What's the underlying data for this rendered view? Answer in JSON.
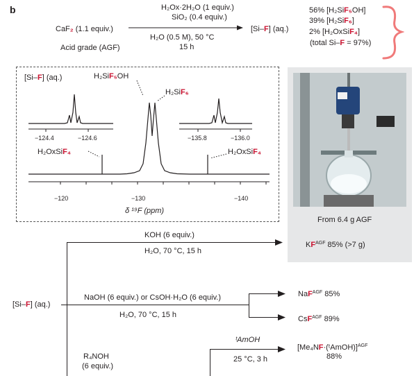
{
  "panel_label": "b",
  "reaction": {
    "reagent_top1": "H₂Ox·2H₂O (1 equiv.)",
    "reagent_top2": "SiO₂ (0.4 equiv.)",
    "reagent_bottom1": "H₂O (0.5 M), 50 °C",
    "reagent_bottom2": "15 h",
    "start_pre": "CaF",
    "start_red": "₂",
    "start_post": " (1.1 equiv.)",
    "start_note": "Acid grade (AGF)",
    "product": "[Si–",
    "product_red": "F",
    "product_post": "] (aq.)"
  },
  "composition": {
    "line1_pct": "56%",
    "line1_pre": " [H₂Si",
    "line1_red": "F₅",
    "line1_post": "OH]",
    "line2_pct": "39%",
    "line2_pre": " [H₂Si",
    "line2_red": "F₆",
    "line2_post": "]",
    "line3_pct": "2%",
    "line3_pre": "   [H₂OxSi",
    "line3_red": "F₄",
    "line3_post": "]",
    "line4_pre": "(total Si–",
    "line4_red": "F",
    "line4_post": " = 97%)"
  },
  "nmr": {
    "label_sif": "[Si–",
    "label_sif_red": "F",
    "label_sif_post": "] (aq.)",
    "label_h2sif5oh_pre": "H₂Si",
    "label_h2sif5oh_red": "F₅",
    "label_h2sif5oh_post": "OH",
    "label_h2sif6_pre": "H₂Si",
    "label_h2sif6_red": "F₆",
    "label_ox_left_pre": "H₂OxSi",
    "label_ox_left_red": "F₄",
    "label_ox_right_pre": "H₂OxSi",
    "label_ox_right_red": "F₄",
    "inset_left_ticks": [
      "−124.4",
      "−124.6"
    ],
    "inset_right_ticks": [
      "−135.8",
      "−136.0"
    ],
    "axis_ticks": [
      "−120",
      "−130",
      "−140"
    ],
    "axis_label": "δ ¹⁹F (ppm)"
  },
  "photo_caption": "From 6.4 g AGF",
  "koh": {
    "above": "KOH (6 equiv.)",
    "below": "H₂O, 70 °C, 15 h",
    "product_pre": "K",
    "product_red": "F",
    "product_sup": "AGF",
    "product_post": " 85% (>7 g)"
  },
  "start_left": {
    "pre": "[Si–",
    "red": "F",
    "post": "] (aq.)"
  },
  "naoh": {
    "above": "NaOH (6 equiv.) or CsOH·H₂O (6 equiv.)",
    "below": "H₂O, 70 °C, 15 h",
    "na_pre": "Na",
    "na_red": "F",
    "na_sup": "AGF",
    "na_post": " 85%",
    "cs_pre": "Cs",
    "cs_red": "F",
    "cs_sup": "AGF",
    "cs_post": " 89%"
  },
  "r4noh": {
    "reagent1": "R₄NOH",
    "reagent2": "(6 equiv.)",
    "above": "ᵗAmOH",
    "below": "25 °C, 3 h",
    "product_pre": "[Me₄N",
    "product_red": "F",
    "product_mid": "·(ᵗAmOH)]",
    "product_sup": "AGF",
    "product_yield": "88%"
  }
}
